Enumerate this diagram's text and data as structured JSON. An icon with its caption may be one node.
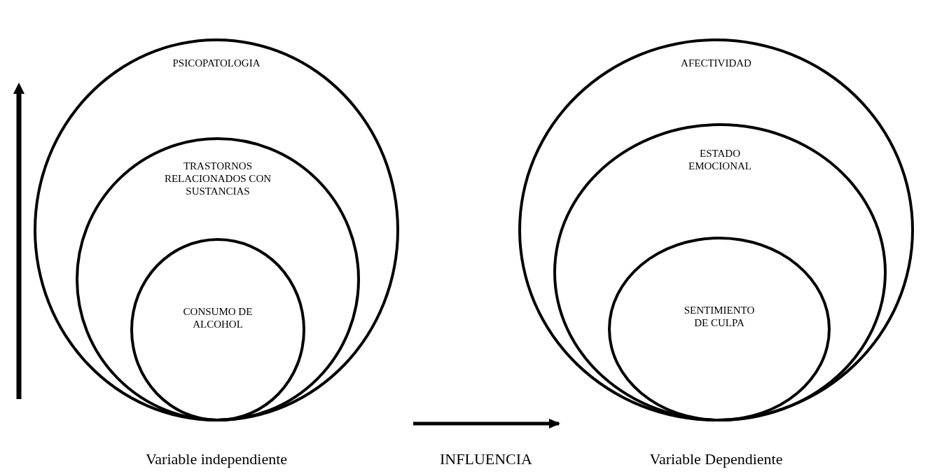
{
  "diagram": {
    "nodes": [
      {
        "text": [
          "PSICOPATOLOGIA"
        ],
        "beside": [
          "Variable independiente"
        ]
      },
      {
        "text": [
          "TRASTORNOS RELACIONADOS CON SUSTANCIAS"
        ],
        "in": 0
      },
      {
        "text": [
          "CONSUMO DE ALCOHOL"
        ],
        "in": 1
      },
      {
        "text": [
          "AFECTIVIDAD"
        ],
        "beside": [
          "Variable Dependiente"
        ]
      },
      {
        "text": [
          "ESTADO EMOCIONAL"
        ],
        "in": 3
      },
      {
        "text": [
          "SENTIMIENTO DE CULPA"
        ],
        "in": 4
      }
    ],
    "edges": [
      {
        "from": 0,
        "to": 3,
        "arrow": "to",
        "label": "INFLUENCIA"
      }
    ]
  }
}
